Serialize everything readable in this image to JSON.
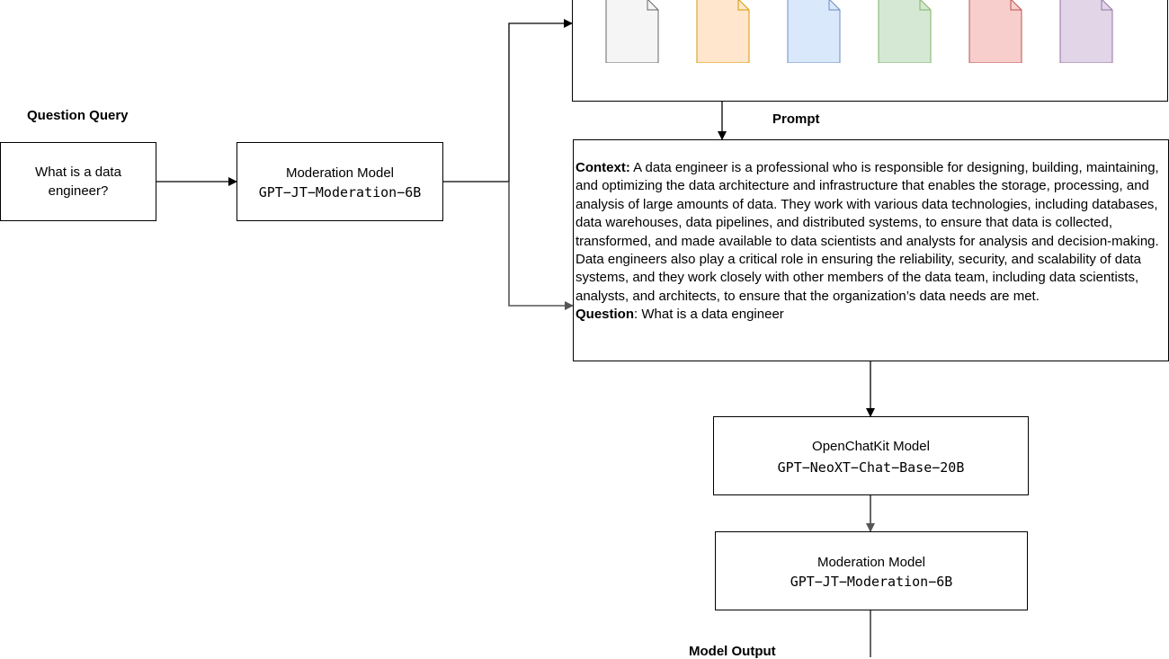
{
  "labels": {
    "question_query": "Question Query",
    "prompt": "Prompt",
    "model_output": "Model Output"
  },
  "question_box": {
    "text": "What is a data engineer?"
  },
  "moderation_1": {
    "title": "Moderation Model",
    "model": "GPT−JT−Moderation−6B"
  },
  "prompt_box": {
    "context_label": "Context:",
    "context_text": " A data engineer is a professional who is responsible for designing, building, maintaining, and optimizing the data architecture and infrastructure that enables the storage, processing, and analysis of large amounts of data. They work with various data technologies, including databases, data warehouses, data pipelines, and distributed systems, to ensure that data is collected, transformed, and made available to data scientists and analysts for analysis and decision-making. Data engineers also play a critical role in ensuring the reliability, security, and scalability of data systems, and they work closely with other members of the data team, including data scientists, analysts, and architects, to ensure that the organization’s data needs are met.",
    "question_label": "Question",
    "question_text": ": What is a data engineer"
  },
  "openchatkit": {
    "title": "OpenChatKit Model",
    "model": "GPT−NeoXT−Chat−Base−20B"
  },
  "moderation_2": {
    "title": "Moderation Model",
    "model": "GPT−JT−Moderation−6B"
  },
  "documents": [
    {
      "name": "doc-gray-icon",
      "fill": "#f5f5f5",
      "stroke": "#666666"
    },
    {
      "name": "doc-orange-icon",
      "fill": "#ffe6cc",
      "stroke": "#d79b00"
    },
    {
      "name": "doc-blue-icon",
      "fill": "#dae8fc",
      "stroke": "#6c8ebf"
    },
    {
      "name": "doc-green-icon",
      "fill": "#d5e8d4",
      "stroke": "#82b366"
    },
    {
      "name": "doc-red-icon",
      "fill": "#f8cecc",
      "stroke": "#b85450"
    },
    {
      "name": "doc-purple-icon",
      "fill": "#e1d5e7",
      "stroke": "#9673a6"
    }
  ]
}
